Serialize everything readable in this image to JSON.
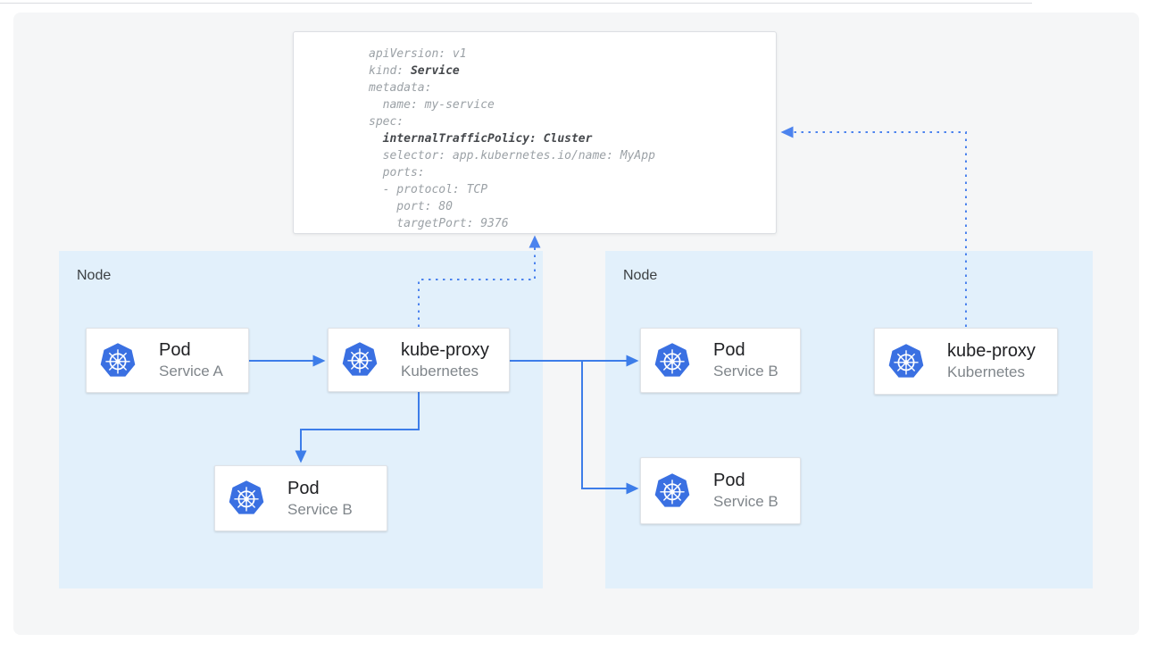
{
  "colors": {
    "arrow_solid": "#3d7de9",
    "arrow_dotted": "#4c83ee",
    "k8s_blue": "#3a70e2",
    "node_bg": "#e2f0fb",
    "panel_bg": "#f5f6f7"
  },
  "yaml_card": {
    "lines": [
      {
        "segments": [
          {
            "text": "apiVersion: v1",
            "bold": false
          }
        ]
      },
      {
        "segments": [
          {
            "text": "kind: ",
            "bold": false
          },
          {
            "text": "Service",
            "bold": true
          }
        ]
      },
      {
        "segments": [
          {
            "text": "metadata:",
            "bold": false
          }
        ]
      },
      {
        "segments": [
          {
            "text": "  name: my-service",
            "bold": false
          }
        ]
      },
      {
        "segments": [
          {
            "text": "spec:",
            "bold": false
          }
        ]
      },
      {
        "segments": [
          {
            "text": "  ",
            "bold": false
          },
          {
            "text": "internalTrafficPolicy: Cluster",
            "bold": true
          }
        ]
      },
      {
        "segments": [
          {
            "text": "  selector: app.kubernetes.io/name: MyApp",
            "bold": false
          }
        ]
      },
      {
        "segments": [
          {
            "text": "  ports:",
            "bold": false
          }
        ]
      },
      {
        "segments": [
          {
            "text": "  - protocol: TCP",
            "bold": false
          }
        ]
      },
      {
        "segments": [
          {
            "text": "    port: 80",
            "bold": false
          }
        ]
      },
      {
        "segments": [
          {
            "text": "    targetPort: 9376",
            "bold": false
          }
        ]
      }
    ]
  },
  "nodes": {
    "left": {
      "label": "Node"
    },
    "right": {
      "label": "Node"
    }
  },
  "cards": {
    "pod_a": {
      "title": "Pod",
      "subtitle": "Service A",
      "icon": "kubernetes-logo"
    },
    "kube_proxy_left": {
      "title": "kube-proxy",
      "subtitle": "Kubernetes",
      "icon": "kubernetes-logo"
    },
    "pod_b_left": {
      "title": "Pod",
      "subtitle": "Service B",
      "icon": "kubernetes-logo"
    },
    "pod_b_right_top": {
      "title": "Pod",
      "subtitle": "Service B",
      "icon": "kubernetes-logo"
    },
    "pod_b_right_bot": {
      "title": "Pod",
      "subtitle": "Service B",
      "icon": "kubernetes-logo"
    },
    "kube_proxy_right": {
      "title": "kube-proxy",
      "subtitle": "Kubernetes",
      "icon": "kubernetes-logo"
    }
  },
  "connections": [
    {
      "from": "pod-service-a",
      "to": "kube-proxy-left",
      "style": "solid"
    },
    {
      "from": "kube-proxy-left",
      "to": "pod-service-b-right-top",
      "style": "solid"
    },
    {
      "from": "kube-proxy-left",
      "to": "pod-service-b-right-bottom",
      "style": "solid"
    },
    {
      "from": "kube-proxy-left",
      "to": "pod-service-b-left",
      "style": "solid"
    },
    {
      "from": "kube-proxy-left",
      "to": "service-yaml",
      "style": "dotted"
    },
    {
      "from": "kube-proxy-right",
      "to": "service-yaml",
      "style": "dotted"
    }
  ]
}
